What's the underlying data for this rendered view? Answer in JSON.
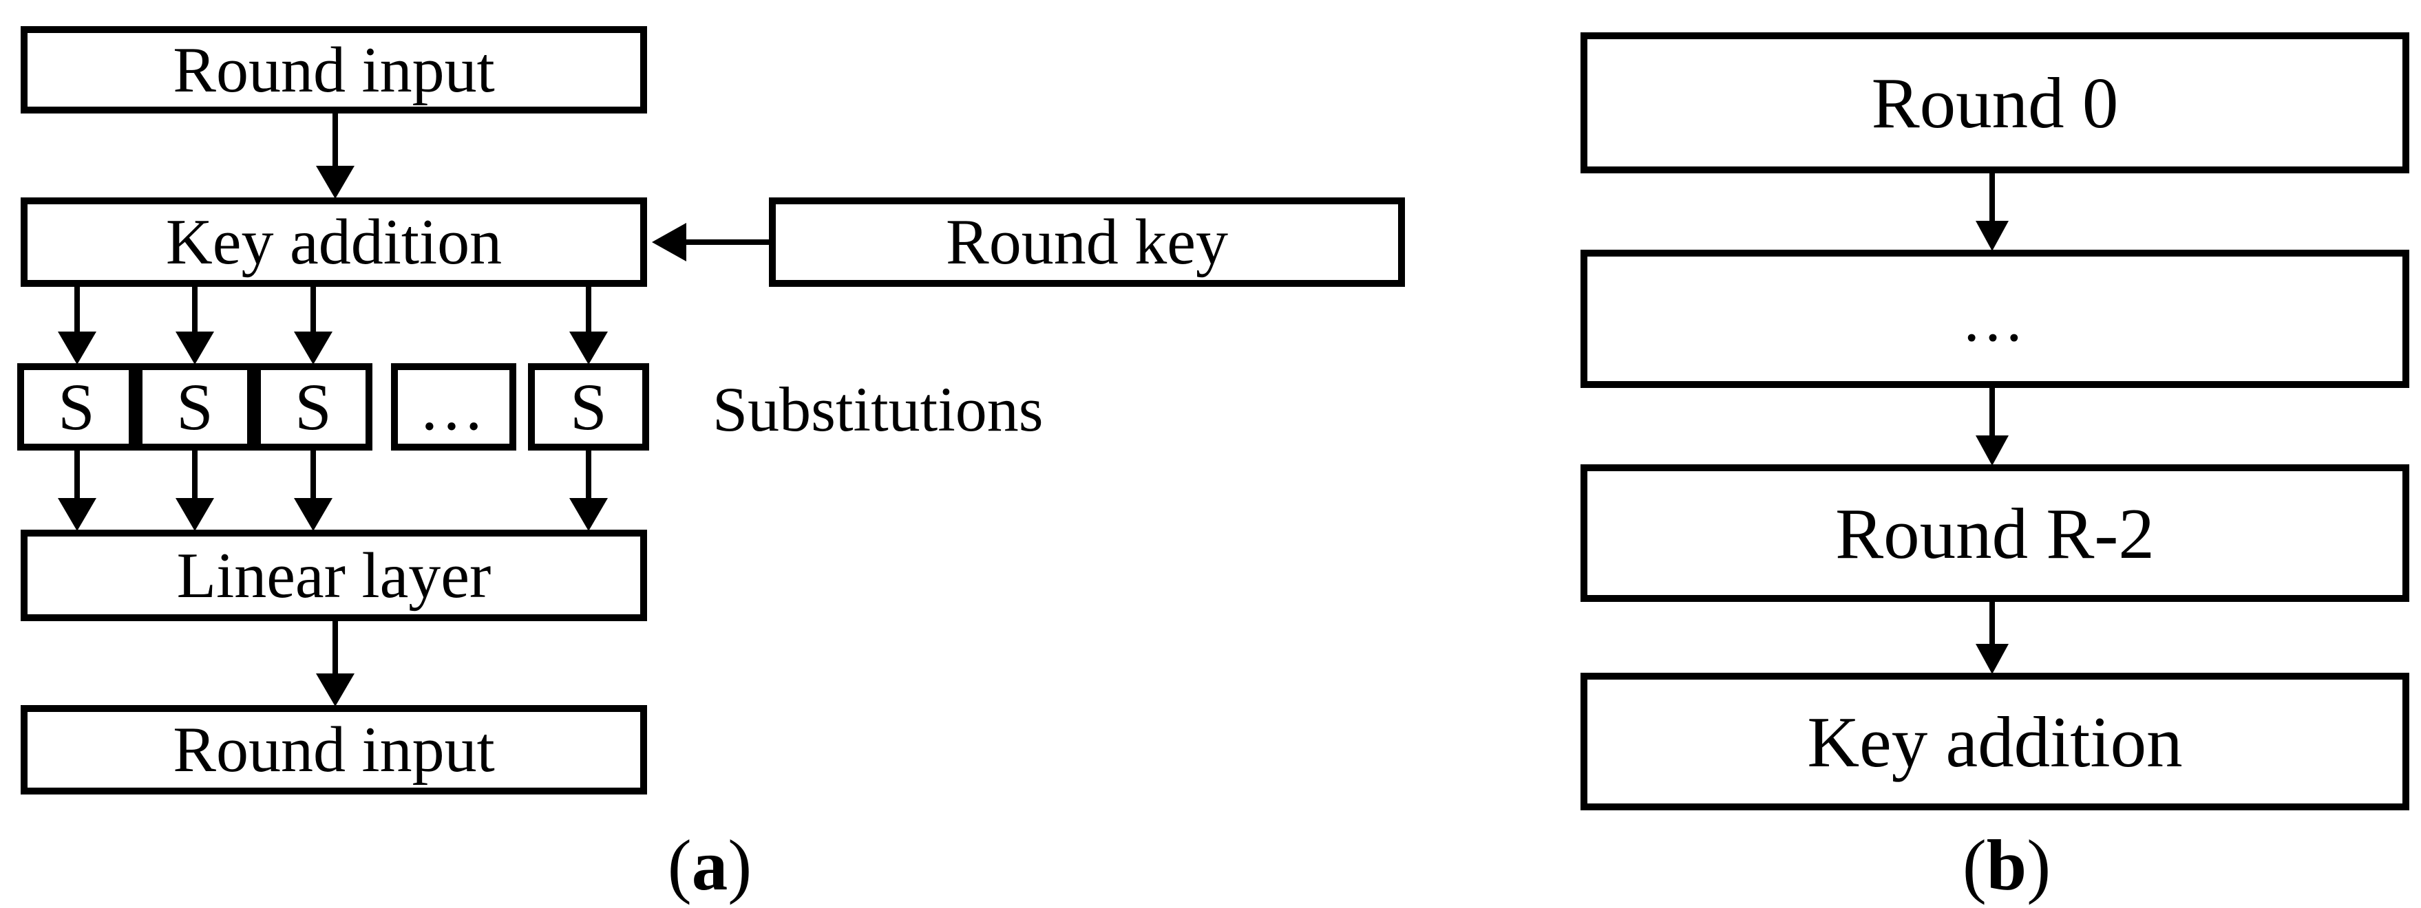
{
  "panel_a": {
    "boxes": {
      "round_input_top": "Round input",
      "key_addition": "Key addition",
      "round_key": "Round key",
      "sbox1": "S",
      "sbox2": "S",
      "sbox3": "S",
      "ellipsis": "…",
      "sbox4": "S",
      "linear_layer": "Linear layer",
      "round_input_bottom": "Round input"
    },
    "substitutions_label": "Substitutions",
    "caption": {
      "open": "(",
      "letter": "a",
      "close": ")"
    }
  },
  "panel_b": {
    "boxes": {
      "round_0": "Round 0",
      "ellipsis": "…",
      "round_r_minus_2": "Round R-2",
      "key_addition": "Key addition"
    },
    "caption": {
      "open": "(",
      "letter": "b",
      "close": ")"
    }
  },
  "style": {
    "stroke_color": "#000000",
    "fill_color": "#ffffff",
    "background_color": "#ffffff"
  }
}
